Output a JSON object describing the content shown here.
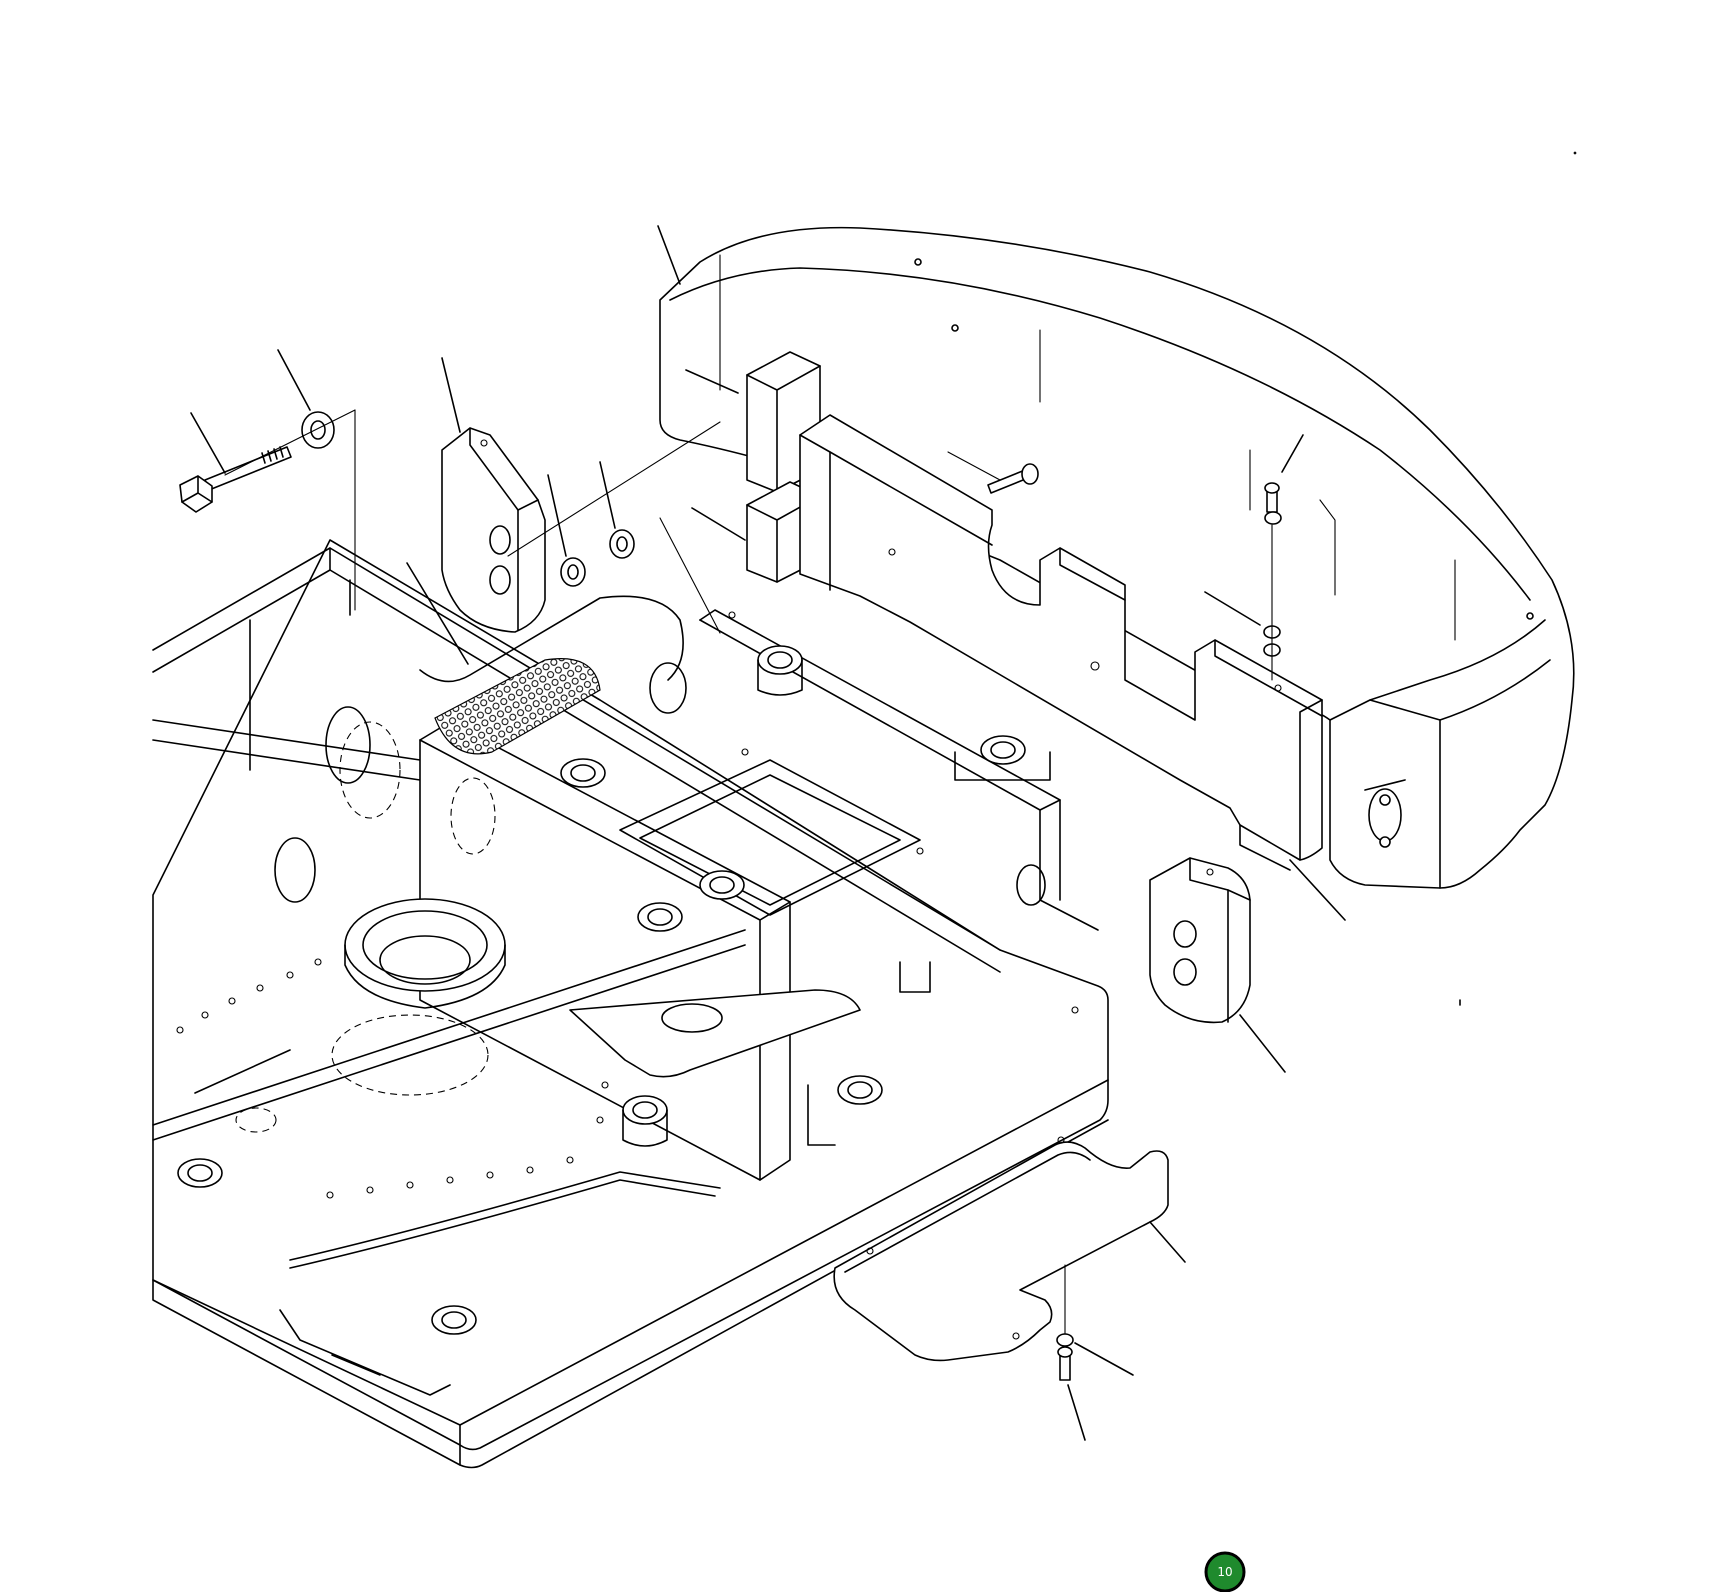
{
  "diagram": {
    "components": [
      {
        "id": "counterweight",
        "label": ""
      },
      {
        "id": "upper-frame",
        "label": ""
      },
      {
        "id": "counterweight-bolt",
        "label": ""
      },
      {
        "id": "bolt-washer",
        "label": ""
      },
      {
        "id": "side-weight-left",
        "label": ""
      },
      {
        "id": "nut",
        "label": ""
      },
      {
        "id": "washer",
        "label": ""
      },
      {
        "id": "weight-block-upper",
        "label": ""
      },
      {
        "id": "weight-block-lower",
        "label": ""
      },
      {
        "id": "weight-plate",
        "label": ""
      },
      {
        "id": "side-weight-right",
        "label": ""
      },
      {
        "id": "bottom-cover",
        "label": ""
      },
      {
        "id": "cap-screw",
        "label": ""
      },
      {
        "id": "lock-washer",
        "label": ""
      }
    ]
  },
  "page_badge": {
    "number": "10",
    "color": "#1f8a2d"
  }
}
